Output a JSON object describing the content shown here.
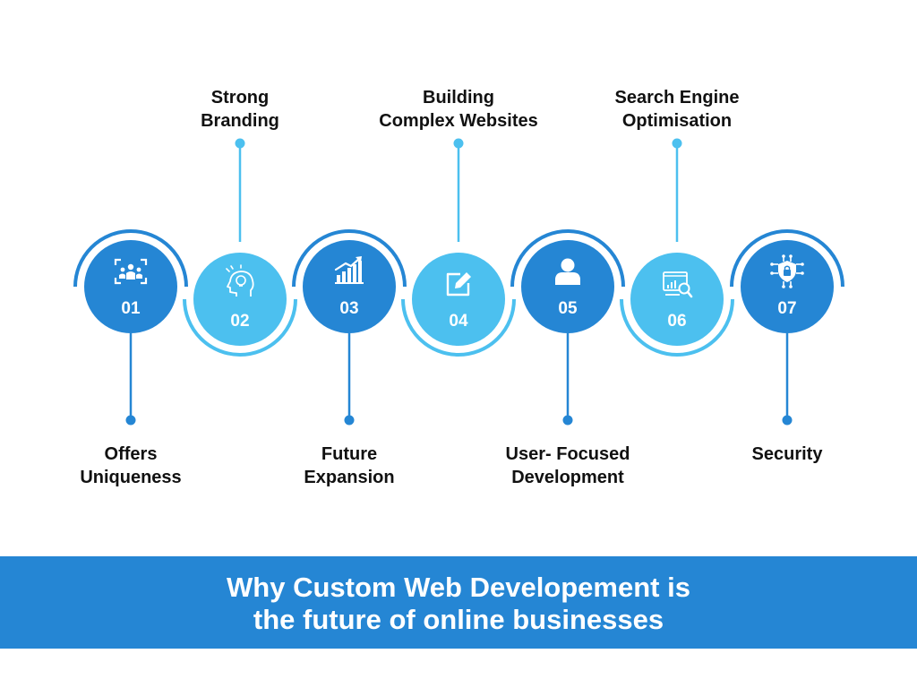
{
  "colors": {
    "dark_blue": "#2586d4",
    "light_blue": "#4cc0ef",
    "text": "#111111",
    "white": "#ffffff"
  },
  "steps": [
    {
      "number": "01",
      "label": "Offers\nUniqueness",
      "icon": "team-focus-icon",
      "tone": "dark",
      "position": "down"
    },
    {
      "number": "02",
      "label": "Strong\nBranding",
      "icon": "head-lightbulb-icon",
      "tone": "light",
      "position": "up"
    },
    {
      "number": "03",
      "label": "Future\nExpansion",
      "icon": "growth-chart-icon",
      "tone": "dark",
      "position": "down"
    },
    {
      "number": "04",
      "label": "Building\nComplex Websites",
      "icon": "edit-icon",
      "tone": "light",
      "position": "up"
    },
    {
      "number": "05",
      "label": "User- Focused\nDevelopment",
      "icon": "user-icon",
      "tone": "dark",
      "position": "down"
    },
    {
      "number": "06",
      "label": "Search Engine\nOptimisation",
      "icon": "seo-analytics-icon",
      "tone": "light",
      "position": "up"
    },
    {
      "number": "07",
      "label": "Security",
      "icon": "security-shield-icon",
      "tone": "dark",
      "position": "down"
    }
  ],
  "banner": {
    "title": "Why Custom Web Developement is\nthe future of online businesses"
  }
}
